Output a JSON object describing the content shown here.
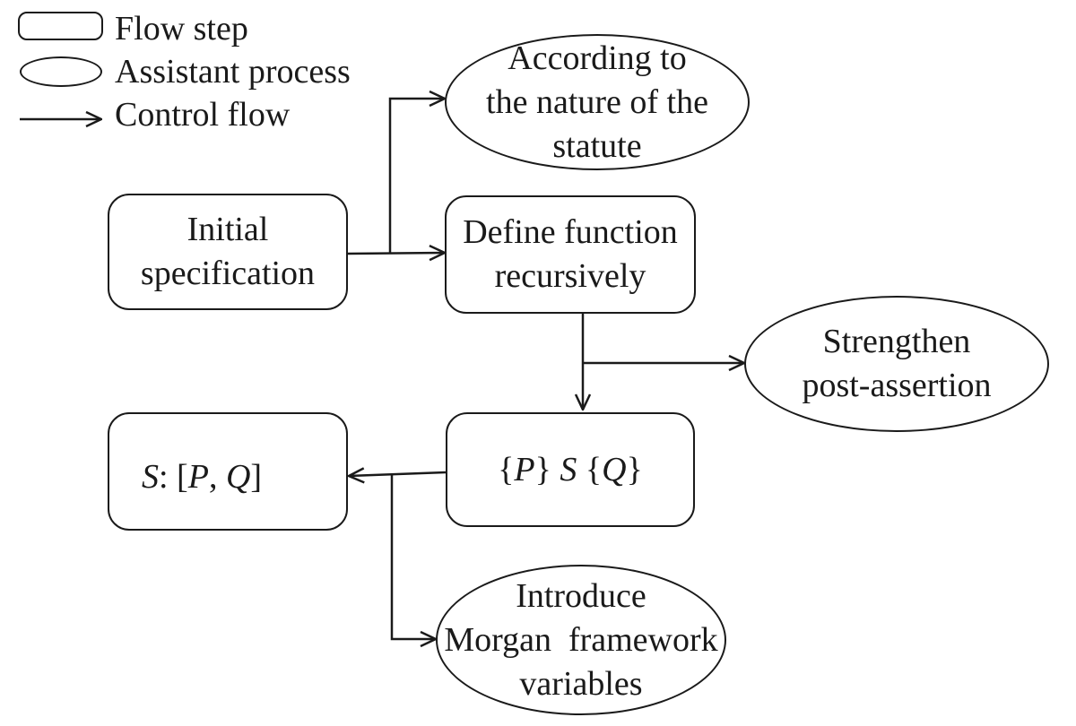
{
  "legend": {
    "flow_step": "Flow step",
    "assistant_process": "Assistant process",
    "control_flow": "Control flow"
  },
  "nodes": {
    "initial": {
      "line1": "Initial",
      "line2": "specification"
    },
    "define": {
      "line1": "Define function",
      "line2": "recursively"
    },
    "nature": {
      "line1": "According to",
      "line2": "the nature of the",
      "line3": "statute"
    },
    "strengthen": {
      "line1": "Strengthen",
      "line2": "post-assertion"
    },
    "triple": {
      "lbrace1": "{",
      "p": "P",
      "rbrace1": "}",
      "s": "S",
      "lbrace2": "{",
      "q": "Q",
      "rbrace2": "}"
    },
    "spec": {
      "s": "S",
      "colon": ": [",
      "p": "P",
      "comma": ", ",
      "q": "Q",
      "close": "]"
    },
    "morgan": {
      "line1": "Introduce",
      "line2": "Morgan  framework",
      "line3": "variables"
    }
  },
  "colors": {
    "stroke": "#1a1a1a",
    "background": "#ffffff"
  }
}
